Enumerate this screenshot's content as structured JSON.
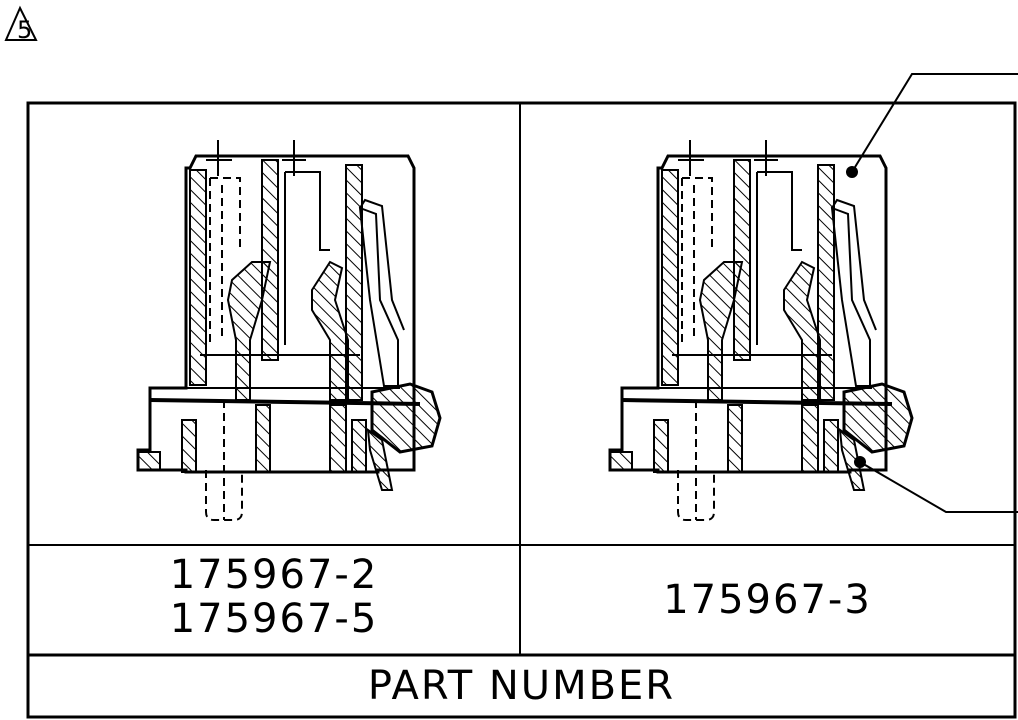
{
  "revision_marker": {
    "label": "5"
  },
  "table": {
    "cells": [
      {
        "lines": [
          "175967-2",
          "175967-5"
        ]
      },
      {
        "lines": [
          "175967-3"
        ]
      }
    ],
    "footer": "PART NUMBER"
  },
  "colors": {
    "ink": "#000000",
    "paper": "#ffffff"
  },
  "icons": [
    "revision-triangle-icon",
    "leader-dot-icon"
  ]
}
